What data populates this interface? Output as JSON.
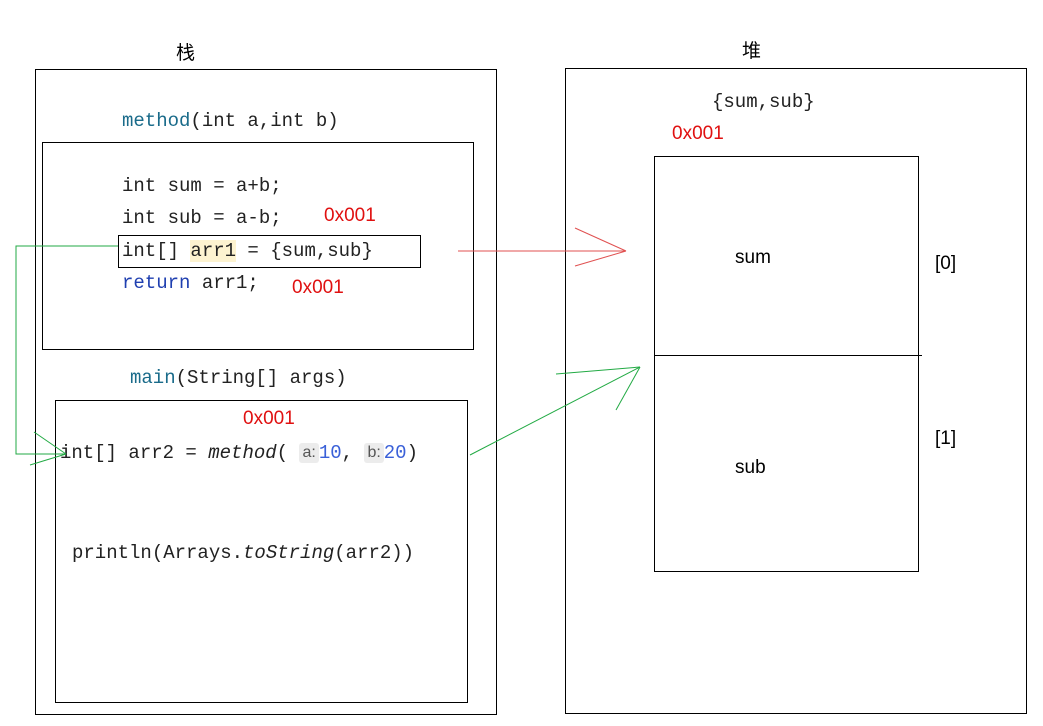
{
  "stack": {
    "title": "栈",
    "method_signature": {
      "name": "method",
      "params": "(int a,int b)"
    },
    "method_body": {
      "line1": "int sum = a+b;",
      "line2": "int sub = a-b;",
      "line3": {
        "type": "int[] ",
        "var": "arr1",
        "rest": " = {sum,sub}"
      },
      "line4": {
        "keyword": "return",
        "rest": " arr1;"
      },
      "addr_line2": "0x001",
      "addr_line4": "0x001"
    },
    "main_signature": {
      "name": "main",
      "params": "(String[] args)"
    },
    "main_body": {
      "addr": "0x001",
      "call": {
        "prefix": "int[] arr2 = ",
        "method": "method",
        "open": "( ",
        "hint_a": "a:",
        "val_a": "10",
        "comma": ", ",
        "hint_b": "b:",
        "val_b": "20",
        "close": ")"
      },
      "print": {
        "prefix": "println(Arrays.",
        "method": "toString",
        "suffix": "(arr2))"
      }
    }
  },
  "heap": {
    "title": "堆",
    "array_label": "{sum,sub}",
    "addr": "0x001",
    "cells": [
      {
        "content": "sum",
        "index": "[0]"
      },
      {
        "content": "sub",
        "index": "[1]"
      }
    ]
  },
  "colors": {
    "address": "#e01010",
    "arrow_red": "#e05050",
    "arrow_green": "#22aa44",
    "keyword_teal": "#1a6b8a",
    "keyword_blue": "#1f3fb0"
  }
}
